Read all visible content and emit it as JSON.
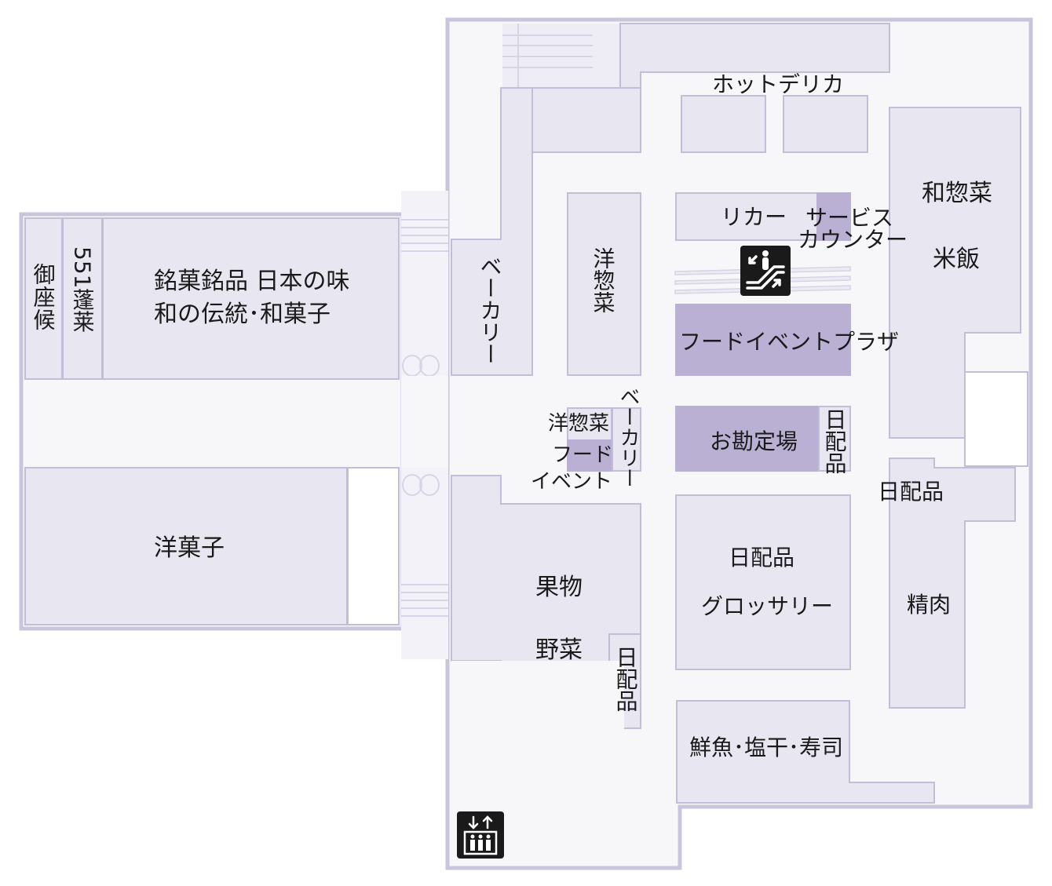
{
  "floor_map": {
    "stores": {
      "gozasoro": "御座候",
      "horai": "551蓬莱",
      "meika_line1": "銘菓銘品 日本の味",
      "meika_line2": "和の伝統･和菓子",
      "yogashi": "洋菓子",
      "bakery_top": "ベーカリー",
      "yosozai_top": "洋惣菜",
      "hot_deli": "ホットデリカ",
      "liquor": "リカー",
      "service_line1": "サービス",
      "service_line2": "カウンター",
      "food_event_plaza": "フードイベントプラザ",
      "wasozai": "和惣菜",
      "rice": "米飯",
      "yosozai_small": "洋惣菜",
      "food_event_small_line1": "フード",
      "food_event_small_line2": "イベント",
      "bakery_small": "ベーカリー",
      "checkout": "お勘定場",
      "daily_goods_checkout": "日配品",
      "daily_goods_right": "日配品",
      "daily_goods_center": "日配品",
      "grocery": "グロッサリー",
      "meat": "精肉",
      "fruit": "果物",
      "vegetables": "野菜",
      "daily_goods_fruit": "日配品",
      "seafood": "鮮魚･塩干･寿司"
    },
    "icons": {
      "escalator": "escalator-icon",
      "elevator": "elevator-icon"
    },
    "colors": {
      "room": "#e8e6f1",
      "room_border": "#c2bed8",
      "highlight": "#b9b0d3",
      "icon_bg": "#1a1a1a"
    }
  }
}
